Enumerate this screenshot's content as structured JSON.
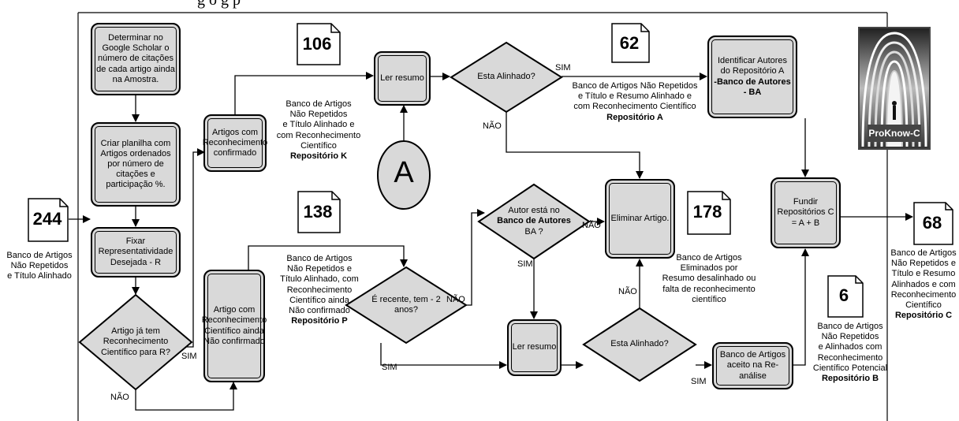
{
  "header": {
    "fragment": "g  o              g   p"
  },
  "start": {
    "count": "244",
    "label_lines": [
      "Banco de Artigos",
      "Não Repetidos",
      "e Título Alinhado"
    ]
  },
  "boxes": {
    "determine": "Determinar no Google Scholar o número de citações de cada artigo ainda na Amostra.",
    "spreadsheet": "Criar planilha com Artigos ordenados por número de citações e participação %.",
    "fix_rep": "Fixar Representatividade Desejada - R",
    "confirmed": "Artigos com Reconhecimento confirmado",
    "not_confirmed": "Artigo com Reconhecimento Científico ainda Não confirmado",
    "read1": "Ler resumo",
    "read2": "Ler resumo",
    "eliminate": "Eliminar Artigo.",
    "identify_line1": "Identificar Autores do Repositório A",
    "identify_line2": "-Banco de Autores - BA",
    "fuse": "Fundir Repositórios C = A +  B",
    "accepted": "Banco de Artigos aceito na Re-análise"
  },
  "diamonds": {
    "has_recognition": "Artigo já tem Reconhecimento Científico para R?",
    "aligned1": "Esta Alinhado?",
    "aligned2": "Esta Alinhado?",
    "author_in_ba_pre": "Autor está no",
    "author_in_ba_bold": "Banco de Autores",
    "author_in_ba_post": "BA ?",
    "recent": "É recente, tem  - 2 anos?"
  },
  "connector": {
    "label": "A"
  },
  "docs": {
    "d106": {
      "num": "106",
      "lines": [
        "Banco de Artigos",
        "Não Repetidos",
        "e Título Alinhado e",
        "com Reconhecimento",
        "Científico"
      ],
      "repo": "Repositório K"
    },
    "d62": {
      "num": "62",
      "lines": [
        "Banco de Artigos Não Repetidos",
        "e Título e Resumo Alinhado e",
        "com Reconhecimento Científico"
      ],
      "repo": "Repositório A"
    },
    "d138": {
      "num": "138",
      "lines": [
        "Banco de Artigos",
        "Não Repetidos e",
        "Título Alinhado, com",
        "Reconhecimento",
        "Científico ainda",
        "Não confirmado"
      ],
      "repo": "Repositório P"
    },
    "d178": {
      "num": "178",
      "lines": [
        "Banco de Artigos",
        "Eliminados por",
        "Resumo desalinhado ou",
        "falta de reconhecimento",
        "científico"
      ],
      "repo": ""
    },
    "d6": {
      "num": "6",
      "lines": [
        "Banco de Artigos",
        "Não Repetidos",
        "e Alinhados com",
        "Reconhecimento",
        "Científico Potencial"
      ],
      "repo": "Repositório B"
    },
    "d68": {
      "num": "68",
      "lines": [
        "Banco de Artigos",
        "Não Repetidos e",
        "Título e Resumo",
        "Alinhados e com",
        "Reconhecimento",
        "Científico"
      ],
      "repo": "Repositório C"
    }
  },
  "tags": {
    "sim": "SIM",
    "nao": "NÃO"
  },
  "logo": {
    "caption": "ProKnow-C"
  }
}
